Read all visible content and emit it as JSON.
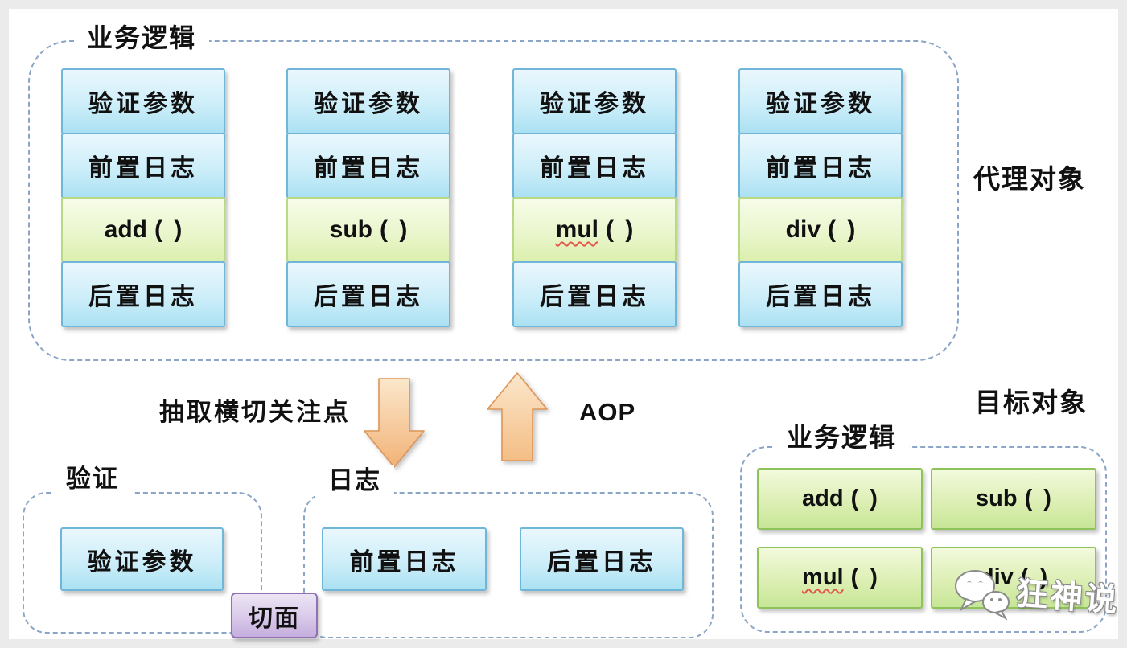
{
  "proxy_section": {
    "title": "业务逻辑",
    "side_label": "代理对象",
    "columns": [
      {
        "top_rows": [
          "验证参数",
          "前置日志"
        ],
        "method": {
          "name": "add",
          "args": "( )"
        },
        "bottom_row": "后置日志"
      },
      {
        "top_rows": [
          "验证参数",
          "前置日志"
        ],
        "method": {
          "name": "sub",
          "args": "( )"
        },
        "bottom_row": "后置日志"
      },
      {
        "top_rows": [
          "验证参数",
          "前置日志"
        ],
        "method": {
          "name": "mul",
          "args": "( )"
        },
        "bottom_row": "后置日志"
      },
      {
        "top_rows": [
          "验证参数",
          "前置日志"
        ],
        "method": {
          "name": "div",
          "args": "( )"
        },
        "bottom_row": "后置日志"
      }
    ]
  },
  "transform_labels": {
    "extract": "抽取横切关注点",
    "aop": "AOP"
  },
  "target_section": {
    "side_label": "目标对象",
    "title": "业务逻辑",
    "methods": [
      {
        "name": "add",
        "args": "( )"
      },
      {
        "name": "sub",
        "args": "( )"
      },
      {
        "name": "mul",
        "args": "( )"
      },
      {
        "name": "div",
        "args": "( )"
      }
    ]
  },
  "aspect_section": {
    "validation_box": {
      "title": "验证",
      "item": "验证参数"
    },
    "log_box": {
      "title": "日志",
      "items": [
        "前置日志",
        "后置日志"
      ]
    },
    "aspect_label": "切面"
  },
  "watermark": {
    "text": "狂神说"
  },
  "colors": {
    "blue_box_border": "#6fb6d8",
    "green_box_border_light": "#b9da85",
    "green_box_border_dark": "#8ec25a",
    "purple_border": "#9271b5",
    "dashed_border": "#8aa5c6",
    "arrow_stroke": "#dd9557",
    "misspell_underline": "#e2574b"
  }
}
